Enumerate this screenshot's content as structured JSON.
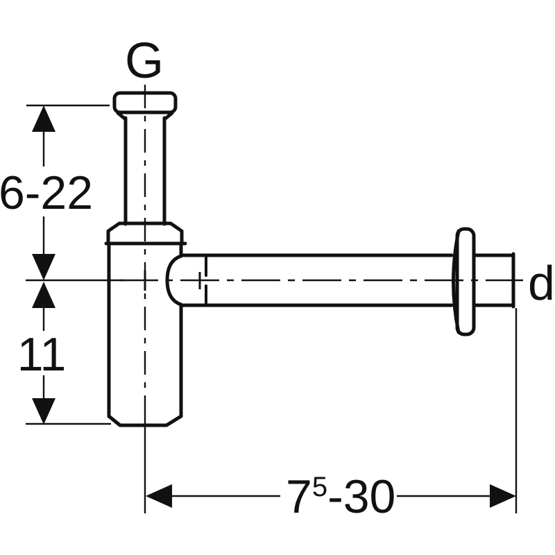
{
  "drawing": {
    "description": "Technical dimension drawing of a bottle trap siphon with wall outlet",
    "colors": {
      "line": "#111111",
      "background": "#ffffff"
    },
    "labels": {
      "top_connection": "G",
      "outlet_diameter": "d"
    },
    "dimensions": {
      "top_height_range": "6-22",
      "cup_depth": "11",
      "horizontal_main": "7",
      "horizontal_superscript": "5",
      "horizontal_rest": "-30"
    }
  }
}
